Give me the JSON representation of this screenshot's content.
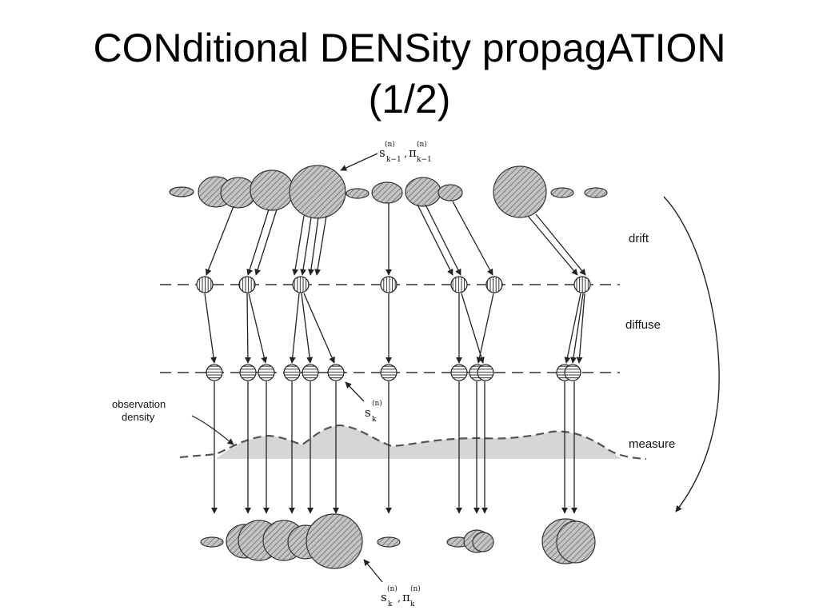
{
  "slide": {
    "title_line1": "CONditional DENSity propagATION",
    "title_line2": "(1/2)"
  },
  "diagram": {
    "stage_labels": {
      "drift": "drift",
      "diffuse": "diffuse",
      "measure": "measure"
    },
    "observation_label": {
      "line1": "observation",
      "line2": "density"
    },
    "symbols": {
      "prior": {
        "s": "s",
        "sub": "k−1",
        "sup": "(n)",
        "pi": "π",
        "pi_sub": "k−1",
        "pi_sup": "(n)",
        "comma": ","
      },
      "sample": {
        "s": "s",
        "sub": "k",
        "sup": "(n)"
      },
      "posterior": {
        "s": "s",
        "sub": "k",
        "sup": "(n)",
        "pi": "π",
        "pi_sub": "k",
        "pi_sup": "(n)",
        "comma": ","
      }
    },
    "colors": {
      "ink": "#222222",
      "hatch_fill": "#bcbcbc",
      "density_fill": "#d6d6d6",
      "dash_line": "#333333"
    }
  }
}
